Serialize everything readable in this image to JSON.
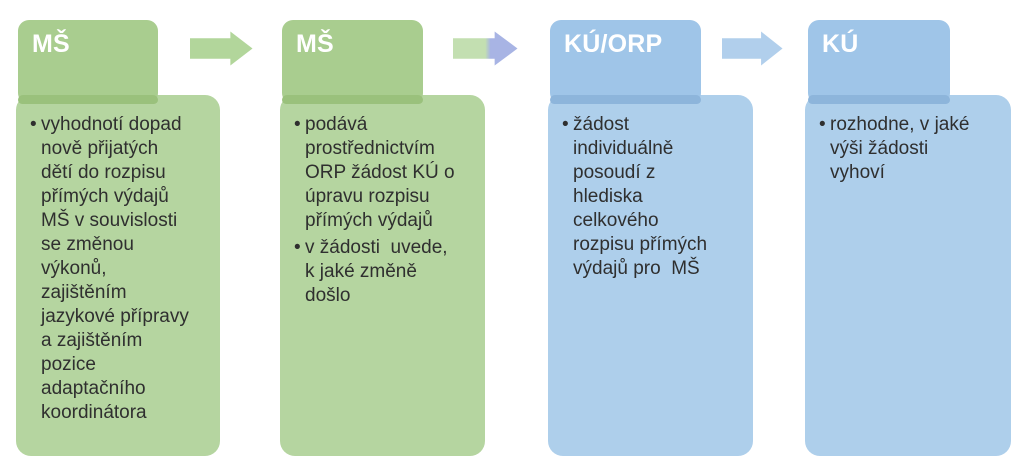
{
  "diagram": {
    "title": "Process flow: adjustment of direct-expenditure budget for kindergartens (MŠ)",
    "bullet_char": "•",
    "columns": [
      {
        "header": "MŠ",
        "scheme": "green",
        "bullets": [
          "vyhodnotí dopad\nnově přijatých\ndětí do rozpisu\npřímých výdajů\nMŠ v souvislosti\nse změnou\nvýkonů,\nzajištěním\njazykové přípravy\na zajištěním\npozice\nadaptačního\nkoordinátora"
        ]
      },
      {
        "header": "MŠ",
        "scheme": "green",
        "bullets": [
          "podává\nprostřednictvím\nORP žádost KÚ o\núpravu rozpisu\npřímých výdajů",
          "v žádosti  uvede,\nk jaké změně\ndošlo"
        ]
      },
      {
        "header": "KÚ/ORP",
        "scheme": "blue",
        "bullets": [
          "žádost\nindividuálně\nposoudí z\nhlediska\ncelkového\nrozpisu přímých\nvýdajů pro  MŠ"
        ]
      },
      {
        "header": "KÚ",
        "scheme": "blue",
        "bullets": [
          "rozhodne, v jaké\nvýši žádosti\nvyhoví"
        ]
      }
    ],
    "arrows": [
      {
        "between": "MŠ → MŠ",
        "style": "green"
      },
      {
        "between": "MŠ → KÚ/ORP",
        "style": "green-to-blue"
      },
      {
        "between": "KÚ/ORP → KÚ",
        "style": "blue"
      }
    ],
    "colors": {
      "green_header": "#a9cd8f",
      "green_body": "#b5d5a0",
      "green_overlap": "#9ac17c",
      "blue_header": "#9fc5e8",
      "blue_body": "#aecfeb",
      "blue_overlap": "#8db5db",
      "arrow_green": "#b2d69b",
      "arrow_blue": "#b1cfec",
      "arrow_blend_tail": "#c3dfb1",
      "arrow_blend_head": "#a8b4e4",
      "body_text": "#2f2f2f",
      "header_text": "#ffffff"
    }
  }
}
